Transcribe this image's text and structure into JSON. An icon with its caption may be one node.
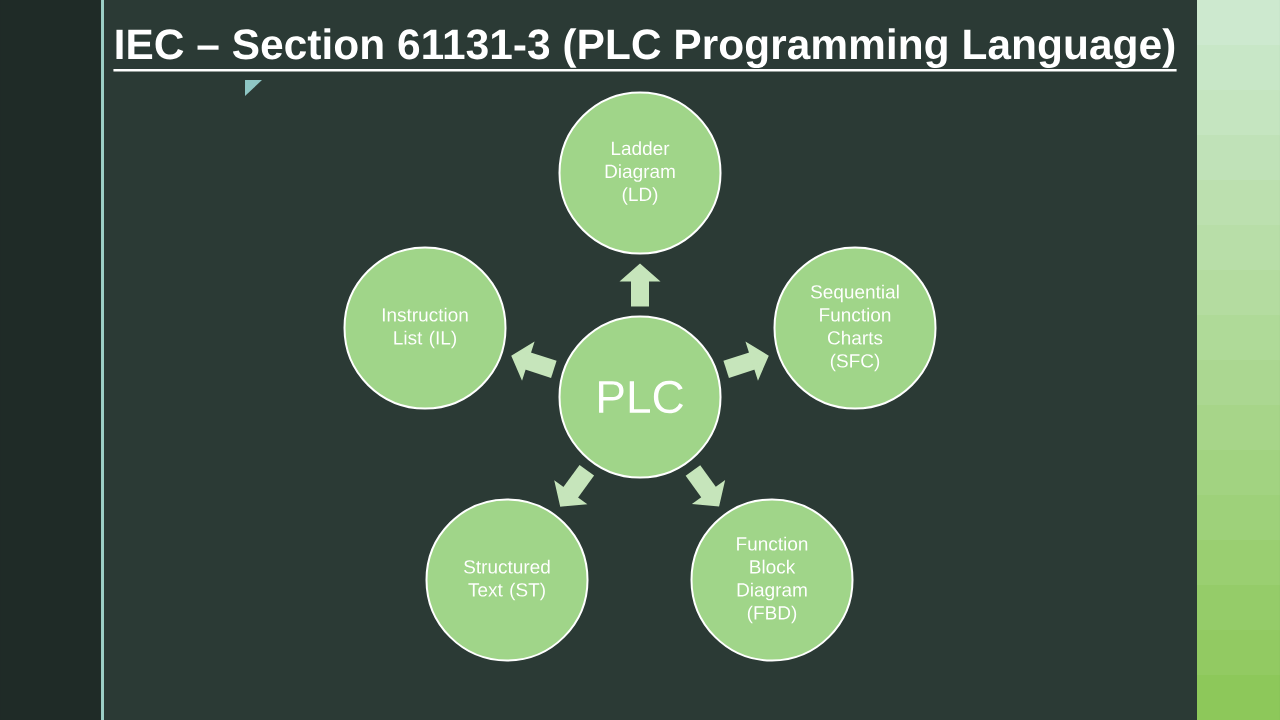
{
  "diagram": {
    "title": "IEC – Section 61131-3 (PLC Programming Language)",
    "nodes": [
      {
        "text": [
          "PLC"
        ]
      },
      {
        "text": [
          "Ladder Diagram (LD)"
        ]
      },
      {
        "text": [
          "Sequential Function Charts (SFC)"
        ]
      },
      {
        "text": [
          "Function Block Diagram (FBD)"
        ]
      },
      {
        "text": [
          "Structured Text (ST)"
        ]
      },
      {
        "text": [
          "Instruction List (IL)"
        ]
      }
    ],
    "edges": [
      {
        "from": 0,
        "to": 1,
        "arrow": "to"
      },
      {
        "from": 0,
        "to": 2,
        "arrow": "to"
      },
      {
        "from": 0,
        "to": 3,
        "arrow": "to"
      },
      {
        "from": 0,
        "to": 4,
        "arrow": "to"
      },
      {
        "from": 0,
        "to": 5,
        "arrow": "to"
      }
    ]
  }
}
